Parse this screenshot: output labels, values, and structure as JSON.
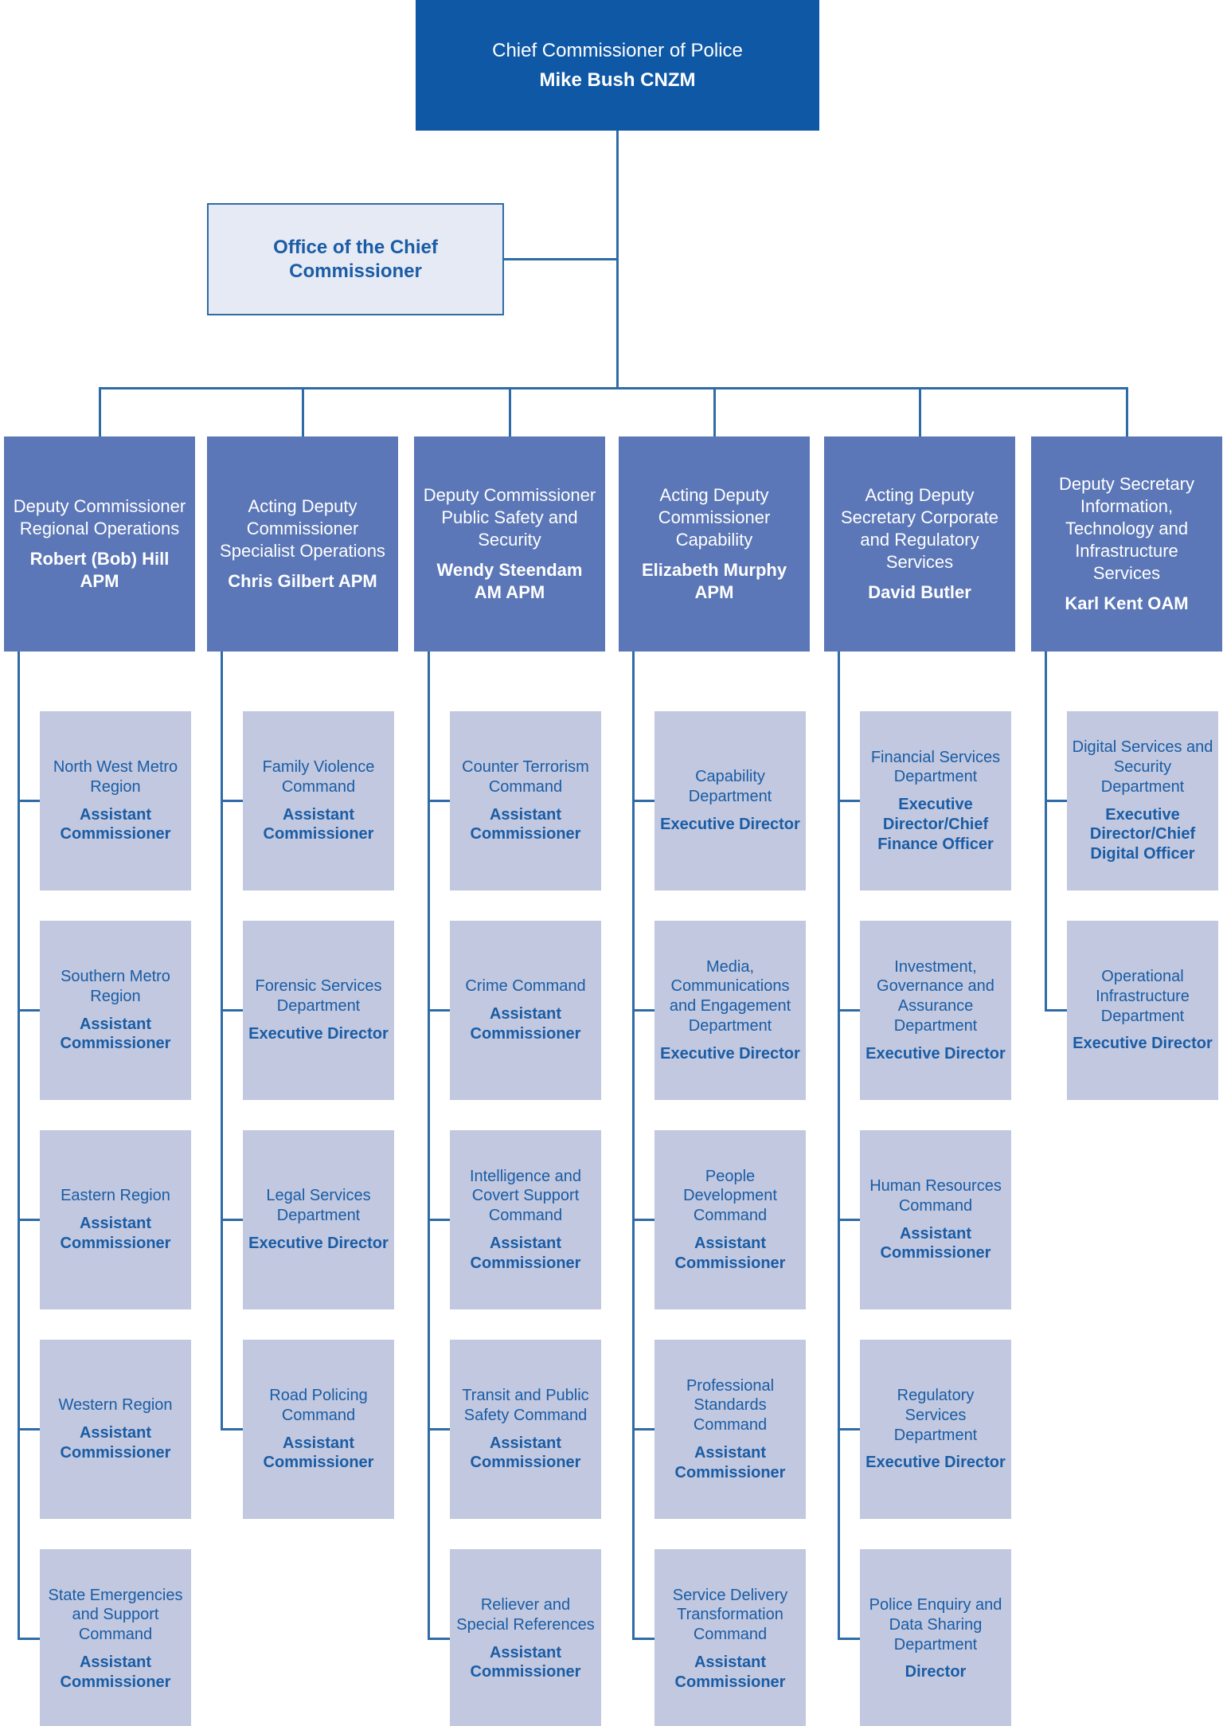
{
  "colors": {
    "root-bg": "#0F58A6",
    "exec-bg": "#5B77B7",
    "unit-bg": "#C1C8DF",
    "office-bg": "#E6EAF4",
    "line": "#2F6BA7",
    "text-blue": "#1A5CA5",
    "text-white": "#FFFFFF"
  },
  "root": {
    "title": "Chief Commissioner of Police",
    "name": "Mike Bush CNZM"
  },
  "office": {
    "label": "Office of the Chief Commissioner"
  },
  "columns": [
    {
      "exec": {
        "title": "Deputy Commissioner Regional Operations",
        "name": "Robert (Bob) Hill APM"
      },
      "units": [
        {
          "unit": "North West Metro Region",
          "role": "Assistant Commissioner"
        },
        {
          "unit": "Southern Metro Region",
          "role": "Assistant Commissioner"
        },
        {
          "unit": "Eastern Region",
          "role": "Assistant Commissioner"
        },
        {
          "unit": "Western Region",
          "role": "Assistant Commissioner"
        },
        {
          "unit": "State Emergencies and Support Command",
          "role": "Assistant Commissioner"
        }
      ]
    },
    {
      "exec": {
        "title": "Acting Deputy Commissioner Specialist Operations",
        "name": "Chris Gilbert APM"
      },
      "units": [
        {
          "unit": "Family Violence Command",
          "role": "Assistant Commissioner"
        },
        {
          "unit": "Forensic Services Department",
          "role": "Executive Director"
        },
        {
          "unit": "Legal Services Department",
          "role": "Executive Director"
        },
        {
          "unit": "Road Policing Command",
          "role": "Assistant Commissioner"
        }
      ]
    },
    {
      "exec": {
        "title": "Deputy Commissioner Public Safety and Security",
        "name": "Wendy Steendam AM APM"
      },
      "units": [
        {
          "unit": "Counter Terrorism Command",
          "role": "Assistant Commissioner"
        },
        {
          "unit": "Crime Command",
          "role": "Assistant Commissioner"
        },
        {
          "unit": "Intelligence and Covert Support Command",
          "role": "Assistant Commissioner"
        },
        {
          "unit": "Transit and Public Safety Command",
          "role": "Assistant Commissioner"
        },
        {
          "unit": "Reliever and Special References",
          "role": "Assistant Commissioner"
        }
      ]
    },
    {
      "exec": {
        "title": "Acting Deputy Commissioner Capability",
        "name": "Elizabeth Murphy APM"
      },
      "units": [
        {
          "unit": "Capability Department",
          "role": "Executive Director"
        },
        {
          "unit": "Media, Communications and Engagement Department",
          "role": "Executive Director"
        },
        {
          "unit": "People Development Command",
          "role": "Assistant Commissioner"
        },
        {
          "unit": "Professional Standards Command",
          "role": "Assistant Commissioner"
        },
        {
          "unit": "Service Delivery Transformation Command",
          "role": "Assistant Commissioner"
        }
      ]
    },
    {
      "exec": {
        "title": "Acting Deputy Secretary Corporate and Regulatory Services",
        "name": "David Butler"
      },
      "units": [
        {
          "unit": "Financial Services Department",
          "role": "Executive Director/Chief Finance Officer"
        },
        {
          "unit": "Investment, Governance and Assurance Department",
          "role": "Executive Director"
        },
        {
          "unit": "Human Resources Command",
          "role": "Assistant Commissioner"
        },
        {
          "unit": "Regulatory Services Department",
          "role": "Executive Director"
        },
        {
          "unit": "Police Enquiry and Data Sharing Department",
          "role": "Director"
        }
      ]
    },
    {
      "exec": {
        "title": "Deputy Secretary Information, Technology and Infrastructure Services",
        "name": "Karl Kent OAM"
      },
      "units": [
        {
          "unit": "Digital Services and Security Department",
          "role": "Executive Director/Chief Digital Officer"
        },
        {
          "unit": "Operational Infrastructure Department",
          "role": "Executive Director"
        }
      ]
    }
  ]
}
